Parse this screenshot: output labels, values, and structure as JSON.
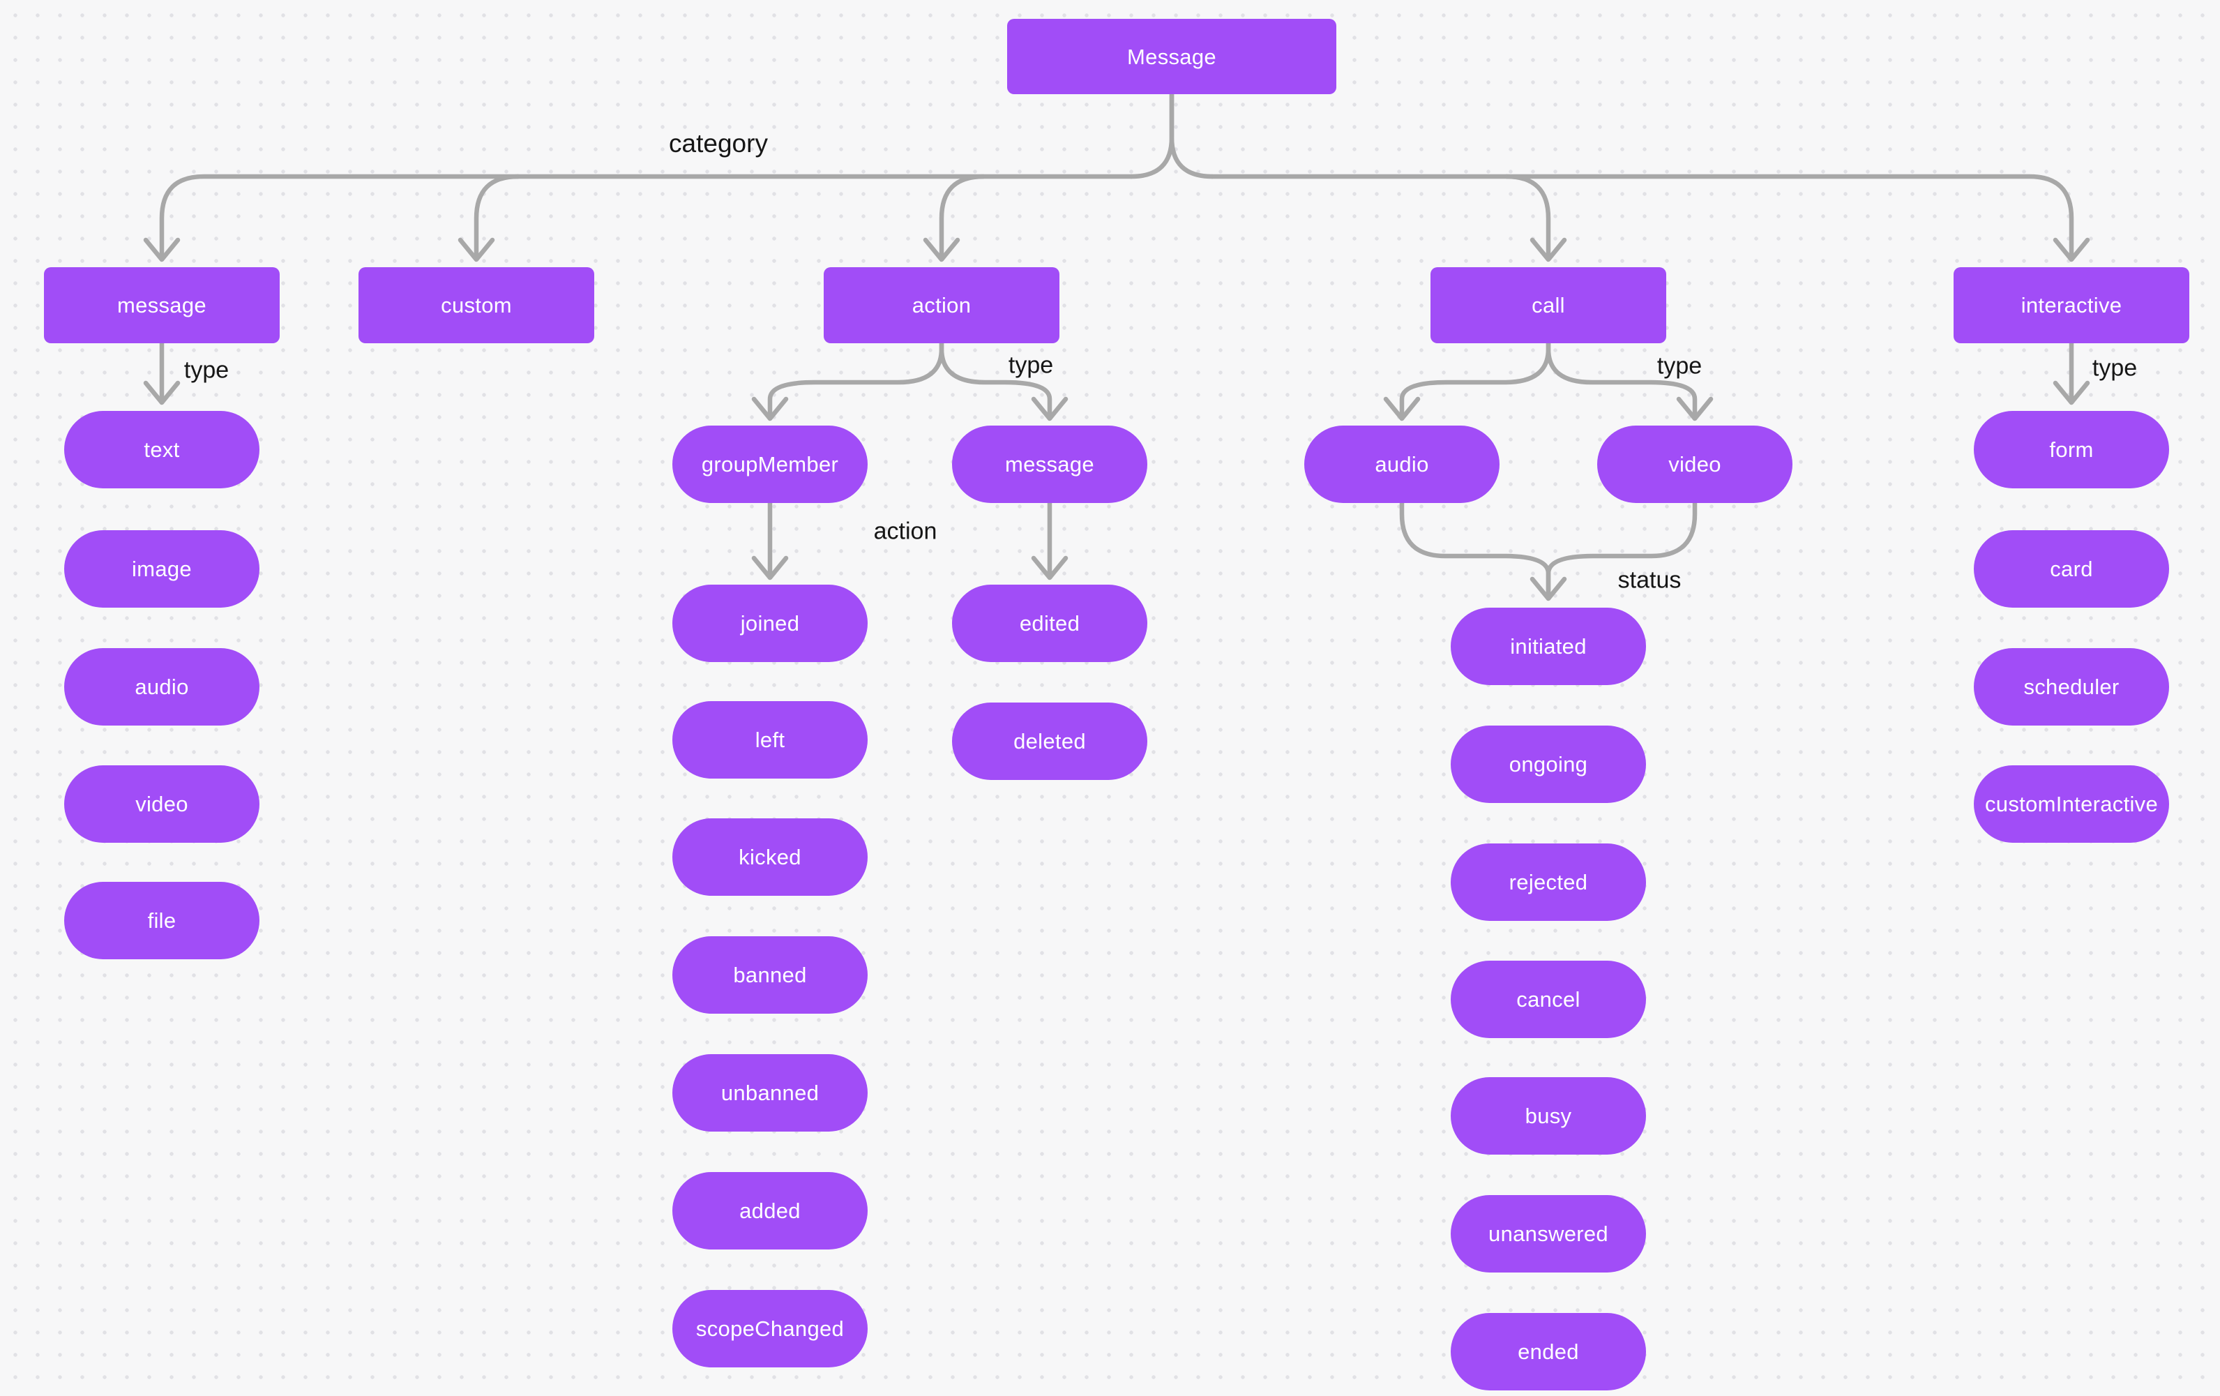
{
  "canvas": {
    "background": "#f7f7f8",
    "dot_color": "#e1e1e5",
    "node_fill": "#a14df7",
    "node_text_color": "#ffffff",
    "edge_color": "#a8a8a8",
    "edge_label_color": "#161616"
  },
  "nodes": {
    "root": "Message",
    "categories": [
      "message",
      "custom",
      "action",
      "call",
      "interactive"
    ],
    "message_types": [
      "text",
      "image",
      "audio",
      "video",
      "file"
    ],
    "action_types": [
      "groupMember",
      "message"
    ],
    "group_member_actions": [
      "joined",
      "left",
      "kicked",
      "banned",
      "unbanned",
      "added",
      "scopeChanged"
    ],
    "action_message_actions": [
      "edited",
      "deleted"
    ],
    "call_types": [
      "audio",
      "video"
    ],
    "call_statuses": [
      "initiated",
      "ongoing",
      "rejected",
      "cancel",
      "busy",
      "unanswered",
      "ended"
    ],
    "interactive_types": [
      "form",
      "card",
      "scheduler",
      "customInteractive"
    ]
  },
  "edge_labels": {
    "category": "category",
    "message_type": "type",
    "action_type": "type",
    "group_member_action": "action",
    "call_type": "type",
    "call_status": "status",
    "interactive_type": "type"
  }
}
